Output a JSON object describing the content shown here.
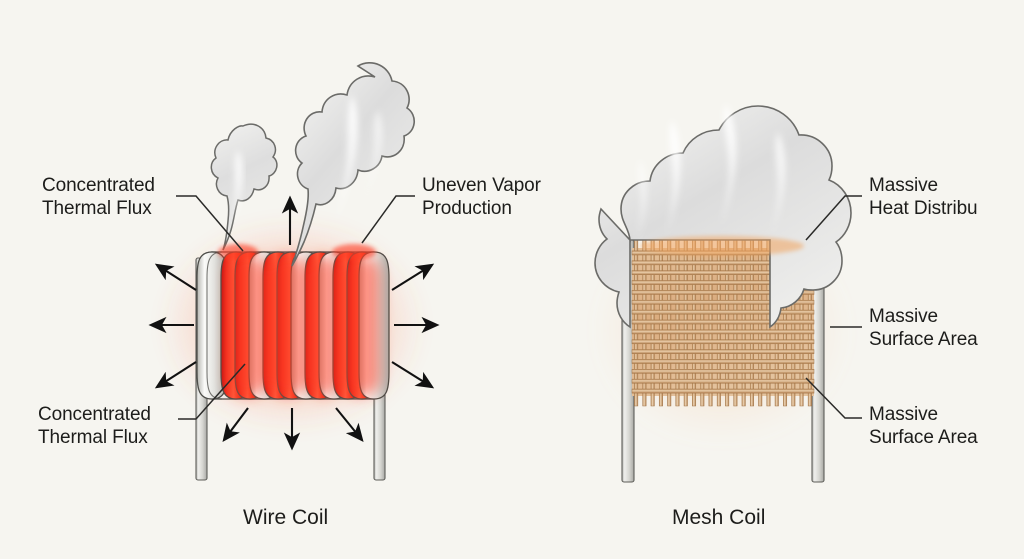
{
  "figure": {
    "background_color": "#f6f5f0",
    "text_color": "#1d1d1b",
    "hot_color": "#ee2222",
    "mesh_color": "#d9a877",
    "vapor_color": "#e4e4e2",
    "metal_color": "#cfcfcb"
  },
  "panels": [
    {
      "id": "wire-coil",
      "caption": "Wire Coil",
      "labels": [
        {
          "id": "concentrated-thermal-flux-top",
          "lines": [
            "Concentrated",
            "Thermal Flux"
          ]
        },
        {
          "id": "concentrated-thermal-flux-bottom",
          "lines": [
            "Concentrated",
            "Thermal Flux"
          ]
        },
        {
          "id": "uneven-vapor-production",
          "lines": [
            "Uneven Vapor",
            "Production"
          ]
        }
      ],
      "coil": {
        "wraps": 12,
        "hot_segments": [
          0,
          2,
          3,
          5,
          7,
          9,
          11
        ],
        "cool_segments": [
          1,
          4,
          6,
          8,
          10
        ]
      },
      "vapor_plumes": 2,
      "heat_arrows": 8
    },
    {
      "id": "mesh-coil",
      "caption": "Mesh Coil",
      "labels": [
        {
          "id": "massive-heat-distribution",
          "lines": [
            "Massive",
            "Heat Distribu"
          ]
        },
        {
          "id": "massive-surface-area-upper",
          "lines": [
            "Massive",
            "Surface Area"
          ]
        },
        {
          "id": "massive-surface-area-lower",
          "lines": [
            "Massive",
            "Surface Area"
          ]
        }
      ],
      "mesh": {
        "columns": 22,
        "rows": 15
      },
      "vapor_plumes": 1
    }
  ],
  "label_text": {
    "ctf_l1": "Concentrated",
    "ctf_l2": "Thermal Flux",
    "ctf2_l1": "Concentrated",
    "ctf2_l2": "Thermal Flux",
    "uvp_l1": "Uneven Vapor",
    "uvp_l2": "Production",
    "mhd_l1": "Massive",
    "mhd_l2": "Heat Distribu",
    "msa1_l1": "Massive",
    "msa1_l2": "Surface Area",
    "msa2_l1": "Massive",
    "msa2_l2": "Surface Area",
    "cap_wire": "Wire Coil",
    "cap_mesh": "Mesh Coil"
  }
}
